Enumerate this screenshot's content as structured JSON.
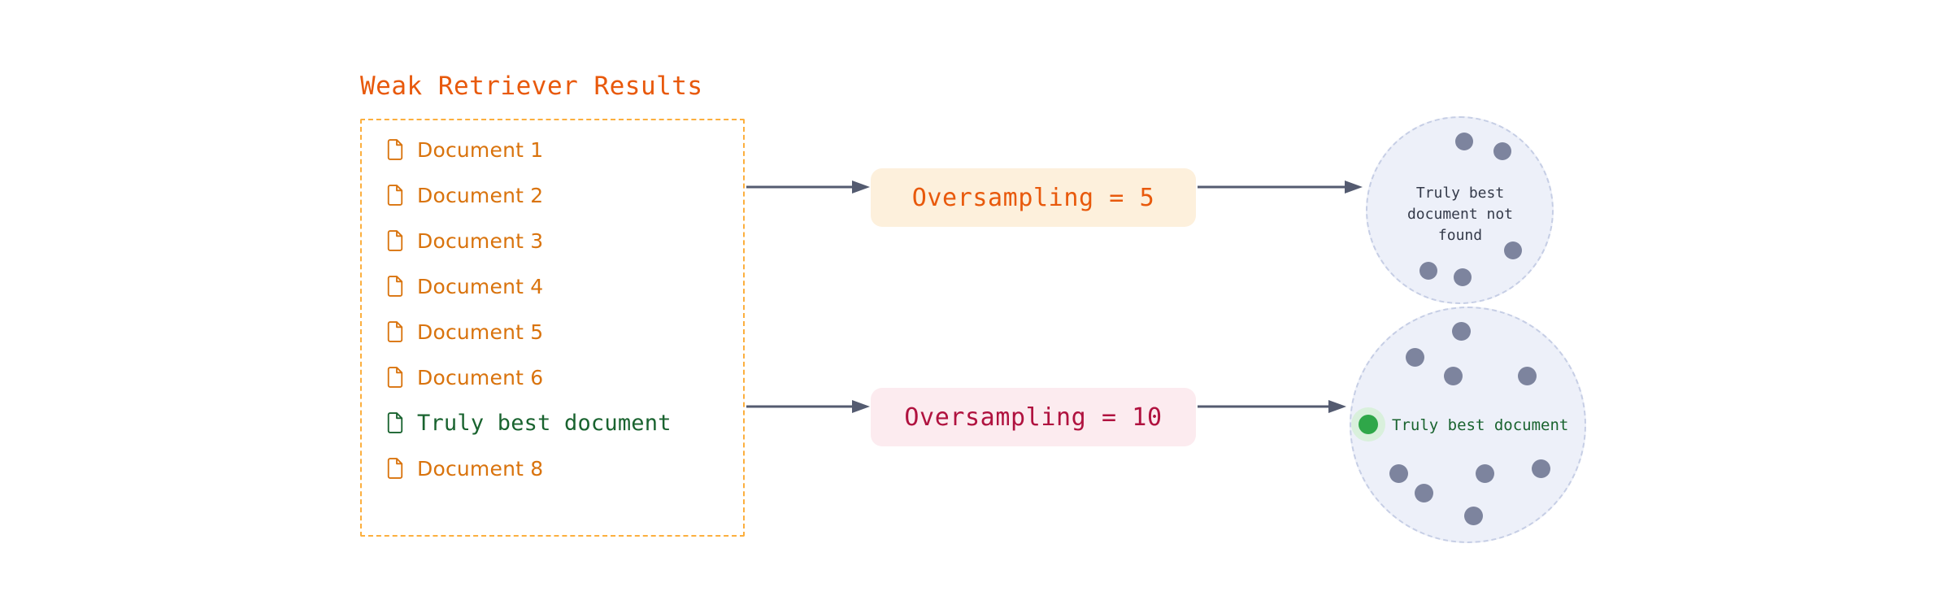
{
  "title": "Weak Retriever Results",
  "colors": {
    "title_orange": "#e8590c",
    "doc_orange": "#d9730d",
    "best_green": "#19632f",
    "dashed_border": "#fcaf3e",
    "box5_bg": "#fdf0dc",
    "box5_text": "#e8590c",
    "box10_bg": "#fcebef",
    "box10_text": "#b0123f",
    "circle_bg": "#edf0f9",
    "circle_border": "#c6cee5",
    "dot_gray": "#7d849e",
    "green_dot": "#2fa749",
    "green_glow": "#d9f0dc",
    "arrow": "#545b70"
  },
  "doc_list": {
    "icon_name": "document-file-icon",
    "items": [
      {
        "label": "Document 1",
        "highlight": false
      },
      {
        "label": "Document 2",
        "highlight": false
      },
      {
        "label": "Document 3",
        "highlight": false
      },
      {
        "label": "Document 4",
        "highlight": false
      },
      {
        "label": "Document 5",
        "highlight": false
      },
      {
        "label": "Document 6",
        "highlight": false
      },
      {
        "label": "Truly best document",
        "highlight": true
      },
      {
        "label": "Document 8",
        "highlight": false
      }
    ]
  },
  "oversampling": {
    "top": {
      "label": "Oversampling = 5"
    },
    "bottom": {
      "label": "Oversampling = 10"
    }
  },
  "results": {
    "top": {
      "caption": "Truly best document not found",
      "dot_count": 5,
      "has_target": false
    },
    "bottom": {
      "caption": "Truly best document",
      "dot_count": 9,
      "has_target": true
    }
  },
  "arrows": [
    {
      "name": "arrow-list-to-oversampling-5"
    },
    {
      "name": "arrow-oversampling-5-to-result-top"
    },
    {
      "name": "arrow-list-to-oversampling-10"
    },
    {
      "name": "arrow-oversampling-10-to-result-bottom"
    }
  ]
}
